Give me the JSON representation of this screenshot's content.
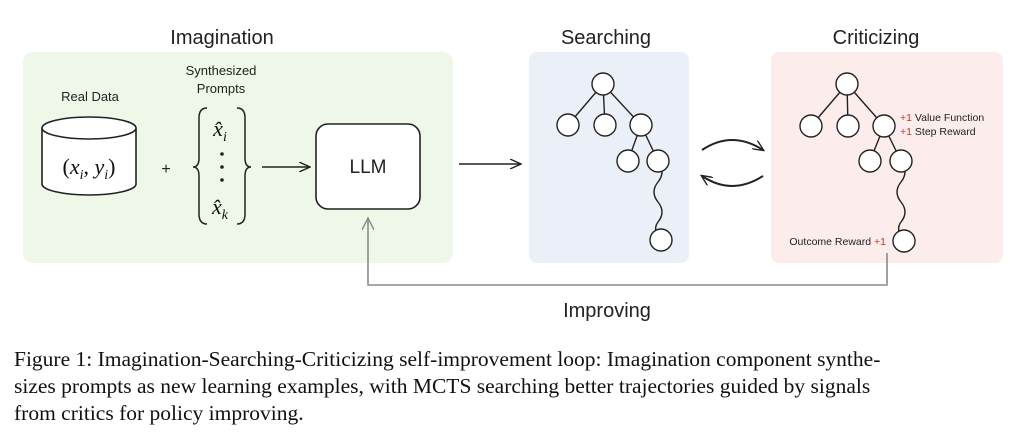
{
  "sections": {
    "imagination": {
      "title": "Imagination",
      "color": "#eef7e8"
    },
    "searching": {
      "title": "Searching",
      "color": "#eaeff8"
    },
    "criticizing": {
      "title": "Criticizing",
      "color": "#fdecec"
    }
  },
  "imagination": {
    "real_data_label": "Real Data",
    "real_data_expr": "(x_i, y_i)",
    "plus_sign": "+",
    "synth_label_line1": "Synthesized",
    "synth_label_line2": "Prompts",
    "prompt_first": "x̂_i",
    "prompt_last": "x̂_k",
    "llm_label": "LLM"
  },
  "criticizing": {
    "value_function_label": "Value Function",
    "value_function_reward": "+1",
    "step_reward_label": "Step Reward",
    "step_reward_reward": "+1",
    "outcome_reward_label": "Outcome Reward",
    "outcome_reward_reward": "+1",
    "reward_color": "#c0392b"
  },
  "feedback": {
    "label": "Improving"
  },
  "caption": {
    "line1": "Figure 1: Imagination-Searching-Criticizing self-improvement loop: Imagination component synthe-",
    "line2": "sizes prompts as new learning examples, with MCTS searching better trajectories guided by signals",
    "line3": "from critics for policy improving."
  }
}
